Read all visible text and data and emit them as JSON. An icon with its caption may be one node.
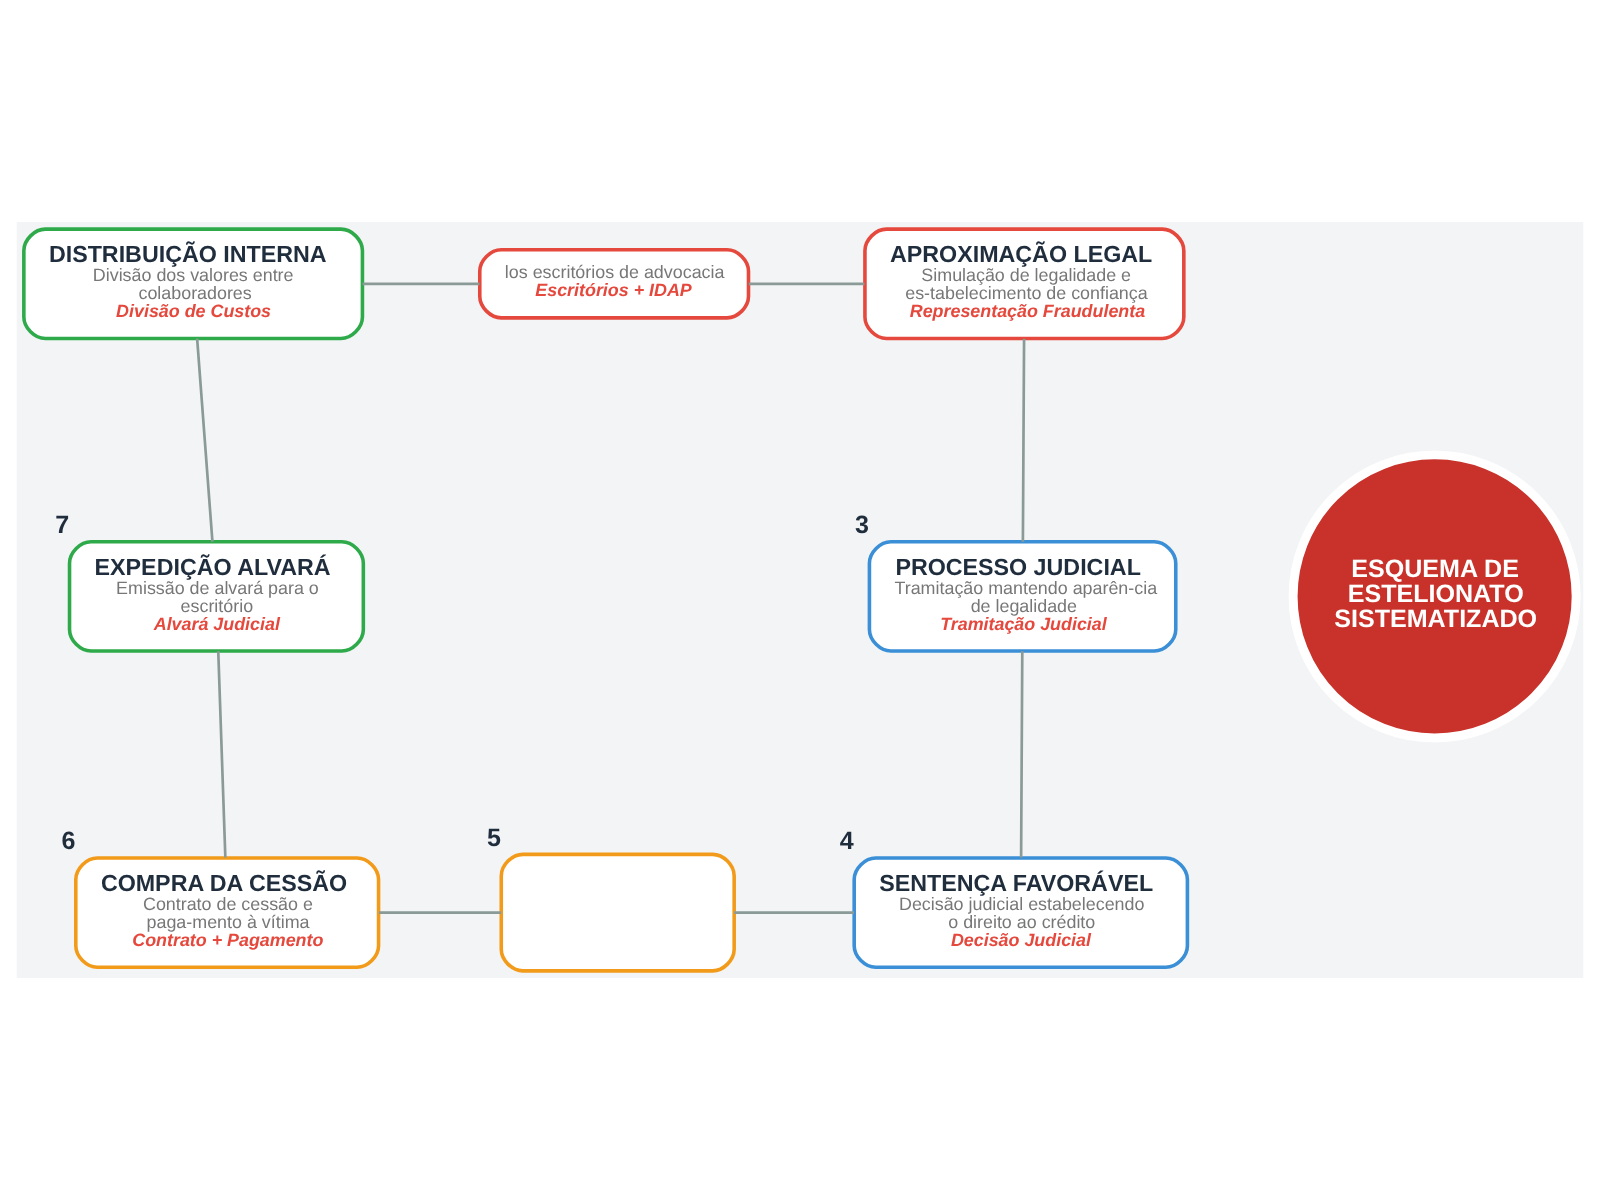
{
  "diagram": {
    "nodes": [
      {
        "text": [
          "DISTRIBUIÇÃO INTERNA",
          "Divisão dos valores entre colaboradores",
          "Divisão de Custos"
        ]
      },
      {
        "text": [
          "los escritórios de advocacia",
          "Escritórios + IDAP"
        ]
      },
      {
        "text": [
          "APROXIMAÇÃO LEGAL",
          "Simulação de legalidade e es-tabelecimento de confiança",
          "Representação Fraudulenta"
        ]
      },
      {
        "text": [
          "EXPEDIÇÃO ALVARÁ",
          "Emissão de alvará para o escritório",
          "Alvará Judicial"
        ],
        "beside": [
          "7"
        ]
      },
      {
        "text": [
          "ESQUEMA DE ESTELIONATO SISTEMATIZADO"
        ]
      },
      {
        "text": [
          "PROCESSO JUDICIAL",
          "Tramitação mantendo aparên-cia de legalidade",
          "Tramitação Judicial"
        ],
        "beside": [
          "3"
        ]
      },
      {
        "text": [
          "COMPRA DA CESSÃO",
          "Contrato de cessão e paga-mento à vítima",
          "Contrato + Pagamento"
        ],
        "beside": [
          "6"
        ]
      },
      {
        "text": [],
        "shape": "box",
        "beside": [
          "5"
        ]
      },
      {
        "text": [
          "SENTENÇA FAVORÁVEL",
          "Decisão judicial estabelecendo o direito ao crédito",
          "Decisão Judicial"
        ],
        "beside": [
          "4"
        ]
      }
    ],
    "edges": [
      {
        "from": 0,
        "to": 1,
        "arrow": "none"
      },
      {
        "from": 1,
        "to": 2,
        "arrow": "none"
      },
      {
        "from": 2,
        "to": 5,
        "arrow": "none"
      },
      {
        "from": 5,
        "to": 8,
        "arrow": "none"
      },
      {
        "from": 7,
        "to": 8,
        "arrow": "none"
      },
      {
        "from": 6,
        "to": 7,
        "arrow": "none"
      },
      {
        "from": 3,
        "to": 6,
        "arrow": "none"
      },
      {
        "from": 0,
        "to": 3,
        "arrow": "none"
      }
    ]
  }
}
